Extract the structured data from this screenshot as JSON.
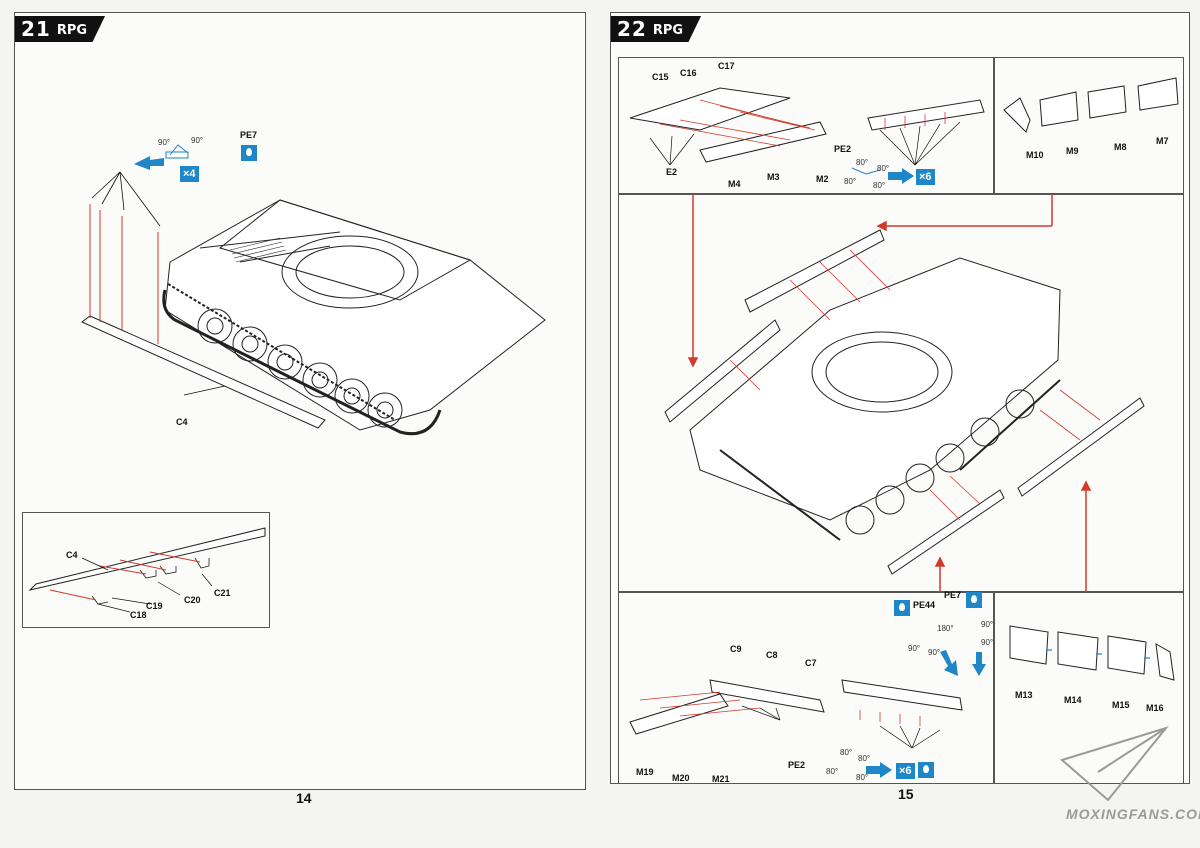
{
  "left_page": {
    "step_number": "21",
    "brand": "RPG",
    "page_number": "14",
    "labels": {
      "pe7": "PE7",
      "x4": "×4",
      "deg_a": "90°",
      "deg_b": "90°",
      "c4_main": "C4",
      "inset_c4": "C4",
      "c21": "C21",
      "c20": "C20",
      "c19": "C19",
      "c18": "C18"
    }
  },
  "right_page": {
    "step_number": "22",
    "brand": "RPG",
    "page_number": "15",
    "top_left": {
      "c15": "C15",
      "c16": "C16",
      "c17": "C17",
      "e2": "E2",
      "m4": "M4",
      "m3": "M3",
      "m2": "M2",
      "pe2": "PE2",
      "x6": "×6",
      "d1": "80°",
      "d2": "80°",
      "d3": "80°",
      "d4": "80°"
    },
    "top_right": {
      "m10": "M10",
      "m9": "M9",
      "m8": "M8",
      "m7": "M7"
    },
    "bottom_left": {
      "c9": "C9",
      "c8": "C8",
      "c7": "C7",
      "m19": "M19",
      "m20": "M20",
      "m21": "M21",
      "pe44": "PE44",
      "pe7": "PE7",
      "pe2": "PE2",
      "x6": "×6",
      "d180": "180°",
      "d90a": "90°",
      "d90b": "90°",
      "d90c": "90°",
      "d90d": "90°",
      "d80a": "80°",
      "d80b": "80°",
      "d80c": "80°",
      "d80d": "80°"
    },
    "bottom_right": {
      "m13": "M13",
      "m14": "M14",
      "m15": "M15",
      "m16": "M16"
    }
  },
  "watermark": "MOXINGFANS.COM",
  "colors": {
    "accent_blue": "#1f86c8",
    "arrow_red": "#d23a2a",
    "ink": "#111111"
  }
}
